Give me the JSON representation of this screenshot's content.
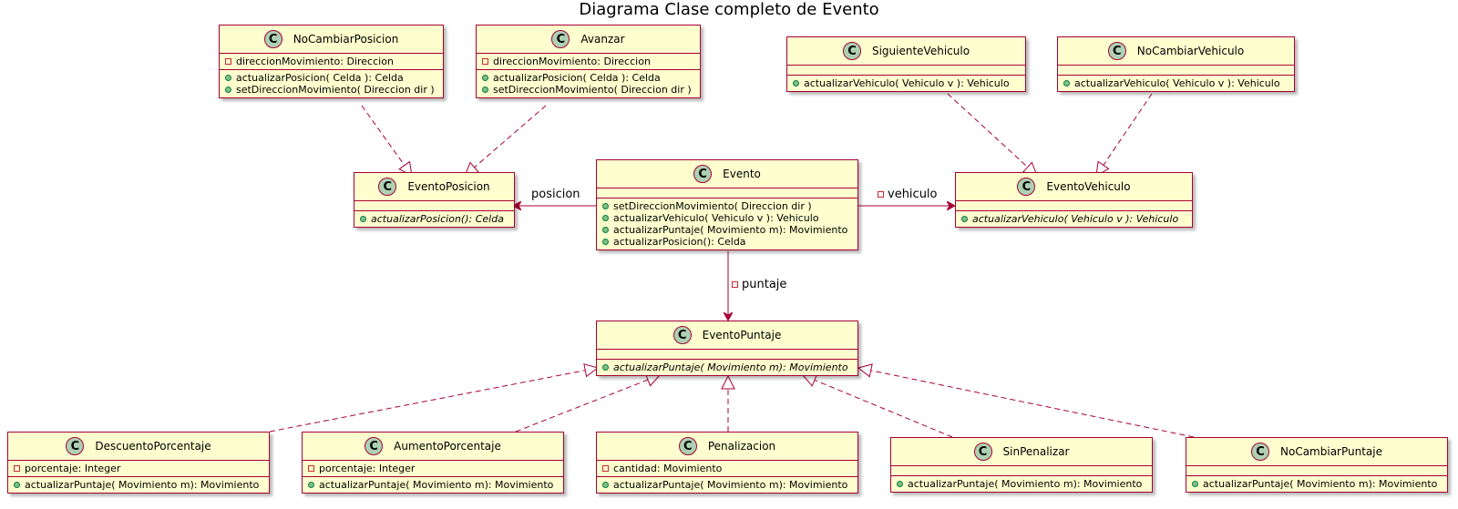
{
  "title": "Diagrama Clase completo de Evento",
  "colors": {
    "class_fill": "#FEFECE",
    "class_border": "#A80036",
    "badge_fill": "#ADD1B2",
    "private_marker": "#C82930",
    "public_marker": "#038048",
    "public_marker_fill": "#84BE84"
  },
  "classes": {
    "no_cambiar_posicion": {
      "name": "NoCambiarPosicion",
      "stereotype_letter": "C",
      "attributes": [
        {
          "vis": "private",
          "text": "direccionMovimiento: Direccion"
        }
      ],
      "methods": [
        {
          "vis": "public",
          "text": "actualizarPosicion( Celda ): Celda"
        },
        {
          "vis": "public",
          "text": "setDireccionMovimiento( Direccion dir )"
        }
      ]
    },
    "avanzar": {
      "name": "Avanzar",
      "stereotype_letter": "C",
      "attributes": [
        {
          "vis": "private",
          "text": "direccionMovimiento: Direccion"
        }
      ],
      "methods": [
        {
          "vis": "public",
          "text": "actualizarPosicion( Celda ): Celda"
        },
        {
          "vis": "public",
          "text": "setDireccionMovimiento( Direccion dir )"
        }
      ]
    },
    "siguiente_vehiculo": {
      "name": "SiguienteVehiculo",
      "stereotype_letter": "C",
      "attributes": [],
      "methods": [
        {
          "vis": "public",
          "text": "actualizarVehiculo( Vehiculo v ): Vehiculo"
        }
      ]
    },
    "no_cambiar_vehiculo": {
      "name": "NoCambiarVehiculo",
      "stereotype_letter": "C",
      "attributes": [],
      "methods": [
        {
          "vis": "public",
          "text": "actualizarVehiculo( Vehiculo v ): Vehiculo"
        }
      ]
    },
    "evento_posicion": {
      "name": "EventoPosicion",
      "stereotype_letter": "C",
      "attributes": [],
      "methods": [
        {
          "vis": "public",
          "text": "actualizarPosicion(): Celda",
          "abstract": true
        }
      ]
    },
    "evento": {
      "name": "Evento",
      "stereotype_letter": "C",
      "attributes": [],
      "methods": [
        {
          "vis": "public",
          "text": "setDireccionMovimiento( Direccion dir )"
        },
        {
          "vis": "public",
          "text": "actualizarVehiculo( Vehiculo v ): Vehiculo"
        },
        {
          "vis": "public",
          "text": "actualizarPuntaje( Movimiento m): Movimiento"
        },
        {
          "vis": "public",
          "text": "actualizarPosicion(): Celda"
        }
      ]
    },
    "evento_vehiculo": {
      "name": "EventoVehiculo",
      "stereotype_letter": "C",
      "attributes": [],
      "methods": [
        {
          "vis": "public",
          "text": "actualizarVehiculo( Vehiculo v ): Vehiculo",
          "abstract": true
        }
      ]
    },
    "evento_puntaje": {
      "name": "EventoPuntaje",
      "stereotype_letter": "C",
      "attributes": [],
      "methods": [
        {
          "vis": "public",
          "text": "actualizarPuntaje( Movimiento m): Movimiento",
          "abstract": true
        }
      ]
    },
    "descuento_porcentaje": {
      "name": "DescuentoPorcentaje",
      "stereotype_letter": "C",
      "attributes": [
        {
          "vis": "private",
          "text": "porcentaje: Integer"
        }
      ],
      "methods": [
        {
          "vis": "public",
          "text": "actualizarPuntaje( Movimiento m): Movimiento"
        }
      ]
    },
    "aumento_porcentaje": {
      "name": "AumentoPorcentaje",
      "stereotype_letter": "C",
      "attributes": [
        {
          "vis": "private",
          "text": "porcentaje: Integer"
        }
      ],
      "methods": [
        {
          "vis": "public",
          "text": "actualizarPuntaje( Movimiento m): Movimiento"
        }
      ]
    },
    "penalizacion": {
      "name": "Penalizacion",
      "stereotype_letter": "C",
      "attributes": [
        {
          "vis": "private",
          "text": "cantidad: Movimiento"
        }
      ],
      "methods": [
        {
          "vis": "public",
          "text": "actualizarPuntaje( Movimiento m): Movimiento"
        }
      ]
    },
    "sin_penalizar": {
      "name": "SinPenalizar",
      "stereotype_letter": "C",
      "attributes": [],
      "methods": [
        {
          "vis": "public",
          "text": "actualizarPuntaje( Movimiento m): Movimiento"
        }
      ]
    },
    "no_cambiar_puntaje": {
      "name": "NoCambiarPuntaje",
      "stereotype_letter": "C",
      "attributes": [],
      "methods": [
        {
          "vis": "public",
          "text": "actualizarPuntaje( Movimiento m): Movimiento"
        }
      ]
    }
  },
  "associations": {
    "posicion": {
      "from": "Evento",
      "to": "EventoPosicion",
      "label": "posicion",
      "vis": "none"
    },
    "vehiculo": {
      "from": "Evento",
      "to": "EventoVehiculo",
      "label": "vehiculo",
      "vis": "private"
    },
    "puntaje": {
      "from": "Evento",
      "to": "EventoPuntaje",
      "label": "puntaje",
      "vis": "private"
    }
  },
  "realizations": [
    {
      "from": "NoCambiarPosicion",
      "to": "EventoPosicion"
    },
    {
      "from": "Avanzar",
      "to": "EventoPosicion"
    },
    {
      "from": "SiguienteVehiculo",
      "to": "EventoVehiculo"
    },
    {
      "from": "NoCambiarVehiculo",
      "to": "EventoVehiculo"
    },
    {
      "from": "DescuentoPorcentaje",
      "to": "EventoPuntaje"
    },
    {
      "from": "AumentoPorcentaje",
      "to": "EventoPuntaje"
    },
    {
      "from": "Penalizacion",
      "to": "EventoPuntaje"
    },
    {
      "from": "SinPenalizar",
      "to": "EventoPuntaje"
    },
    {
      "from": "NoCambiarPuntaje",
      "to": "EventoPuntaje"
    }
  ]
}
